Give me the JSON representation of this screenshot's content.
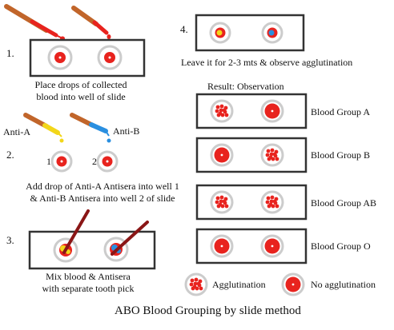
{
  "steps": {
    "s1": {
      "number": "1.",
      "line1": "Place drops of collected",
      "line2": "blood into well of slide"
    },
    "s2": {
      "number": "2.",
      "label_a": "Anti-A",
      "label_b": "Anti-B",
      "well1": "1",
      "well2": "2",
      "line1": "Add drop of Anti-A Antisera into well 1",
      "line2": "& Anti-B Antisera into well 2 of slide"
    },
    "s3": {
      "number": "3.",
      "line1": "Mix blood & Antisera",
      "line2": "with separate tooth pick"
    },
    "s4": {
      "number": "4.",
      "line1": "Leave it for 2-3 mts &  observe agglutination"
    }
  },
  "results": {
    "heading": "Result: Observation",
    "rows": [
      {
        "label": "Blood Group A",
        "well1": "agglutination",
        "well2": "no agglutination"
      },
      {
        "label": "Blood Group B",
        "well1": "no agglutination",
        "well2": "agglutination"
      },
      {
        "label": "Blood Group AB",
        "well1": "agglutination",
        "well2": "agglutination"
      },
      {
        "label": "Blood Group O",
        "well1": "no agglutination",
        "well2": "no agglutination"
      }
    ]
  },
  "legend": {
    "agglutination": "Agglutination",
    "no_agglutination": "No agglutination"
  },
  "caption": "ABO Blood Grouping by slide method",
  "colors": {
    "blood": "#e8231e",
    "anti_a": "#f2d61a",
    "anti_b": "#2a8fe0",
    "dropper": "#c1652a",
    "toothpick": "#8a1616",
    "slide_border": "#333333"
  }
}
